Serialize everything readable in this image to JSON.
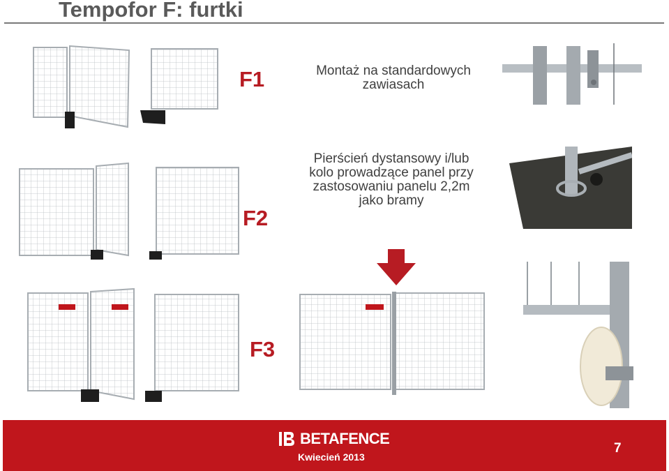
{
  "header": {
    "title": "Tempofor F: furtki"
  },
  "sections": [
    {
      "label": "F1",
      "description_lines": [
        "Montaż na standardowych",
        "zawiasach"
      ]
    },
    {
      "label": "F2",
      "description_lines": [
        "Pierścień dystansowy i/lub",
        "kolo prowadzące panel przy",
        "zastosowaniu panelu 2,2m",
        "jako bramy"
      ]
    },
    {
      "label": "F3"
    }
  ],
  "footer": {
    "brand": "BETAFENCE",
    "date": "Kwiecień 2013",
    "page": "7"
  },
  "colors": {
    "accent": "#b71c23",
    "footer_bg": "#c0161c",
    "title_text": "#5a5a5a"
  }
}
